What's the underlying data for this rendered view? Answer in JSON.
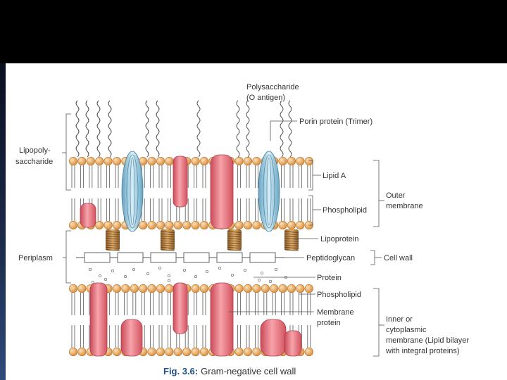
{
  "figure": {
    "caption_prefix": "Fig. 3.6:",
    "caption_text": "Gram-negative cell wall"
  },
  "labels": {
    "polysaccharide_l1": "Polysaccharide",
    "polysaccharide_l2": "(O antigen)",
    "porin": "Porin protein (Trimer)",
    "lipopoly_l1": "Lipopoly-",
    "lipopoly_l2": "saccharide",
    "lipid_a": "Lipid A",
    "phospholipid_outer": "Phospholipid",
    "outer_membrane_l1": "Outer",
    "outer_membrane_l2": "membrane",
    "lipoprotein": "Lipoprotein",
    "periplasm": "Periplasm",
    "peptidoglycan": "Peptidoglycan",
    "cell_wall": "Cell wall",
    "protein": "Protein",
    "phospholipid_inner": "Phospholipid",
    "membrane_protein_l1": "Membrane",
    "membrane_protein_l2": "protein",
    "inner_l1": "Inner or",
    "inner_l2": "cytoplasmic",
    "inner_l3": "membrane (Lipid bilayer",
    "inner_l4": "with integral proteins)"
  },
  "colors": {
    "lipid_head": "#e9a95a",
    "membrane_protein": "#e8707a",
    "porin": "#8fc6de",
    "caption": "#1f4e8c",
    "background": "#000000"
  }
}
